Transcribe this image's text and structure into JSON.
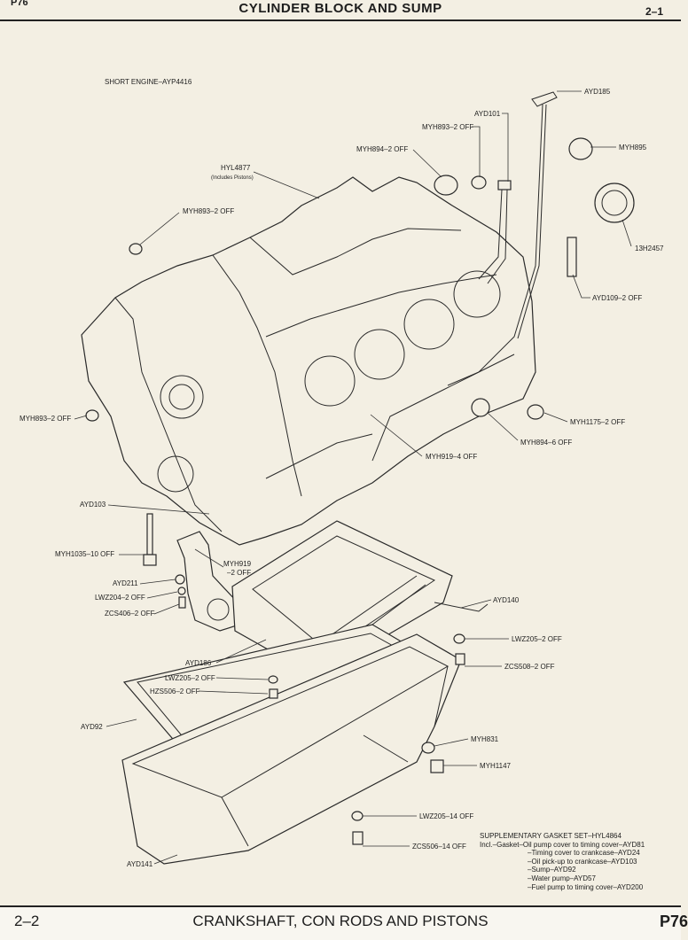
{
  "header": {
    "page_ref": "P76",
    "title": "CYLINDER BLOCK AND SUMP",
    "section": "2–1"
  },
  "footer": {
    "section": "2–2",
    "title": "CRANKSHAFT, CON RODS AND PISTONS",
    "page_ref": "P76"
  },
  "diagram": {
    "subtitle": "SHORT ENGINE–AYP4416",
    "labels": {
      "ayd185": "AYD185",
      "ayd101": "AYD101",
      "myh893_top": "MYH893–2 OFF",
      "myh894_top": "MYH894–2 OFF",
      "hyl4877": "HYL4877",
      "hyl4877_note": "(Includes Pistons)",
      "myh895": "MYH895",
      "myh893_left": "MYH893–2 OFF",
      "h13_2457": "13H2457",
      "ayd109": "AYD109–2 OFF",
      "myh893_side": "MYH893–2 OFF",
      "myh1175": "MYH1175–2 OFF",
      "myh894_6": "MYH894–6 OFF",
      "myh919_4": "MYH919–4 OFF",
      "ayd103": "AYD103",
      "myh1035": "MYH1035–10 OFF",
      "myh919_2a": "MYH919",
      "myh919_2b": "–2 OFF",
      "ayd211": "AYD211",
      "lwz204": "LWZ204–2 OFF",
      "zcs406": "ZCS406–2 OFF",
      "ayd140": "AYD140",
      "lwz205_2_right": "LWZ205–2 OFF",
      "zcs508": "ZCS508–2 OFF",
      "ayd186": "AYD186",
      "lwz205_2_left": "LWZ205–2 OFF",
      "hzs506": "HZS506–2 OFF",
      "ayd92": "AYD92",
      "myh831": "MYH831",
      "myh1147": "MYH1147",
      "lwz205_14": "LWZ205–14 OFF",
      "zcs506_14": "ZCS506–14 OFF",
      "ayd141": "AYD141"
    }
  },
  "gasket_set": {
    "title": "SUPPLEMENTARY GASKET SET–HYL4864",
    "lines": [
      "Incl.–Gasket–Oil pump cover to timing cover–AYD81",
      "–Timing cover to crankcase–AYD24",
      "–Oil pick-up to crankcase–AYD103",
      "–Sump–AYD92",
      "–Water pump–AYD57",
      "–Fuel pump to timing cover–AYD200"
    ]
  }
}
